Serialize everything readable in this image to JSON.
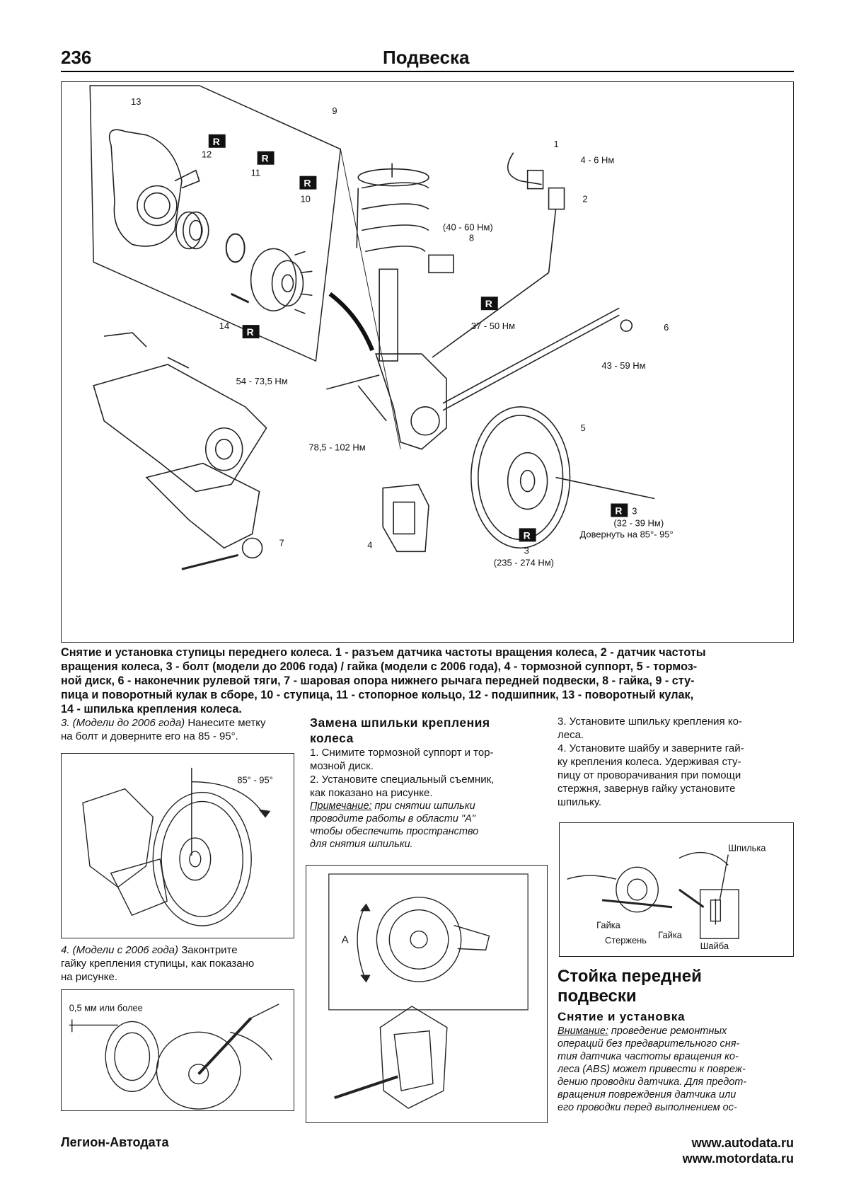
{
  "header": {
    "page_number": "236",
    "section": "Подвеска"
  },
  "main_figure": {
    "badge": "R",
    "labels": {
      "n13": "13",
      "n12": "12",
      "n11": "11",
      "n10": "10",
      "n9": "9",
      "n14": "14",
      "n1": "1",
      "n2": "2",
      "n8": "8",
      "n6": "6",
      "n5": "5",
      "n4": "4",
      "n7": "7",
      "n3a": "3",
      "n3b": "3",
      "t_4_6": "4 - 6  Нм",
      "t_40_60": "(40 - 60 Нм)",
      "t_37_50": "37 - 50  Нм",
      "t_43_59": "43 - 59  Нм",
      "t_54_73": "54 - 73,5  Нм",
      "t_78_102": "78,5 - 102 Нм",
      "t_32_39": "(32 - 39 Нм)",
      "t_dovernut": "Довернуть на 85°- 95°",
      "t_235_274": "(235 - 274  Нм)"
    }
  },
  "caption": {
    "title": "Снятие и установка ступицы переднего колеса.",
    "lines": [
      "Снятие и установка ступицы переднего колеса. 1 - разъем датчика частоты вращения колеса, 2 - датчик частоты",
      "вращения колеса, 3 - болт (модели до 2006 года) / гайка (модели с 2006 года), 4 - тормозной суппорт, 5 - тормоз-",
      "ной диск, 6 - наконечник рулевой тяги, 7 - шаровая опора нижнего рычага передней подвески, 8 - гайка, 9 - сту-",
      "пица и поворотный кулак в сборе, 10 - ступица, 11 - стопорное кольцо, 12 - подшипник, 13 - поворотный кулак,",
      "14 - шпилька крепления колеса."
    ]
  },
  "left_col": {
    "step3_italic": "3. (Модели до 2006 года)",
    "step3_rest": " Нанесите метку",
    "step3_line2": "на болт и доверните его на 85 - 95°.",
    "fig1_angle": "85° - 95°",
    "step4_italic": "4. (Модели с 2006 года)",
    "step4_rest": " Законтрите",
    "step4_line2": "гайку крепления ступицы, как показано",
    "step4_line3": "на рисунке.",
    "fig2_label": "0,5 мм или более"
  },
  "mid_col": {
    "heading_line1": "Замена шпильки крепления",
    "heading_line2": "колеса",
    "step1": "1. Снимите тормозной суппорт и тор-",
    "step1b": "мозной диск.",
    "step2": "2. Установите специальный съемник,",
    "step2b": "как показано на рисунке.",
    "note_label": "Примечание:",
    "note_l1": " при снятии шпильки",
    "note_l2": "проводите работы в области \"А\"",
    "note_l3": "чтобы обеспечить пространство",
    "note_l4": "для снятия шпильки.",
    "fig_label_a": "A"
  },
  "right_col": {
    "step3": "3. Установите шпильку крепления ко-",
    "step3b": "леса.",
    "step4": "4. Установите шайбу и заверните гай-",
    "step4b": "ку крепления колеса. Удерживая сту-",
    "step4c": "пицу от проворачивания при помощи",
    "step4d": "стержня, завернув гайку установите",
    "step4e": "шпильку.",
    "fig_labels": {
      "shpilka": "Шпилька",
      "gayka1": "Гайка",
      "sterzhen": "Стержень",
      "gayka2": "Гайка",
      "shayba": "Шайба"
    },
    "h2_line1": "Стойка передней",
    "h2_line2": "подвески",
    "h3": "Снятие и установка",
    "warn_label": "Внимание:",
    "warn_l1": " проведение ремонтных",
    "warn_l2": "операций без предварительного сня-",
    "warn_l3": "тия датчика частоты вращения ко-",
    "warn_l4": "леса (ABS) может привести к повреж-",
    "warn_l5": "дению проводки датчика. Для предот-",
    "warn_l6": "вращения повреждения датчика или",
    "warn_l7": "его проводки перед выполнением ос-"
  },
  "footer": {
    "left": "Легион-Автодата",
    "right_line1": "www.autodata.ru",
    "right_line2": "www.motordata.ru"
  }
}
